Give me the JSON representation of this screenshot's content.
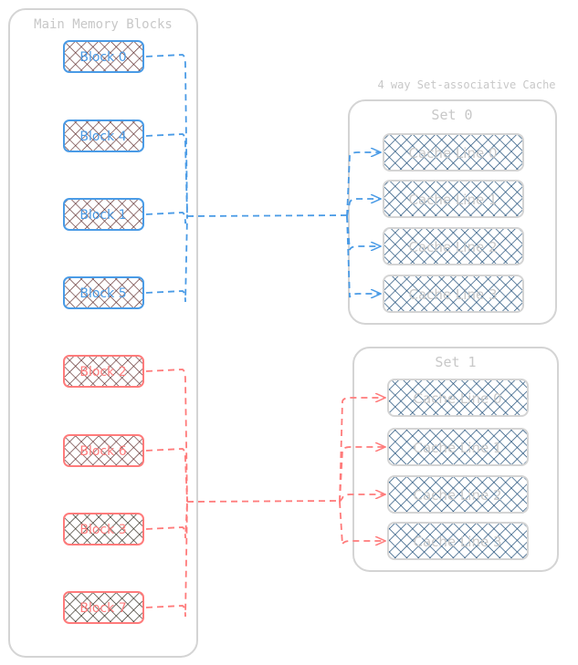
{
  "memory": {
    "title": "Main Memory Blocks",
    "blocks": [
      {
        "label": "Block 0",
        "set": 0
      },
      {
        "label": "Block 4",
        "set": 0
      },
      {
        "label": "Block 1",
        "set": 0
      },
      {
        "label": "Block 5",
        "set": 0
      },
      {
        "label": "Block 2",
        "set": 1
      },
      {
        "label": "Block 6",
        "set": 1
      },
      {
        "label": "Block 3",
        "set": 1
      },
      {
        "label": "Block 7",
        "set": 1
      }
    ]
  },
  "cache": {
    "title": "4 way Set-associative Cache",
    "sets": [
      {
        "label": "Set 0",
        "lines": [
          "Cache Line 0",
          "Cache Line 1",
          "Cache Line 2",
          "Cache Line 3"
        ]
      },
      {
        "label": "Set 1",
        "lines": [
          "Cache Line 0",
          "Cache Line 1",
          "Cache Line 2",
          "Cache Line 3"
        ]
      }
    ]
  },
  "colors": {
    "set0": "#4a9be6",
    "set1": "#ff7b7b",
    "container": "#d4d4d4",
    "hatch_block": "#5c2a2a",
    "hatch_cache": "#1e4d78",
    "muted_text": "#c8c8c8"
  }
}
